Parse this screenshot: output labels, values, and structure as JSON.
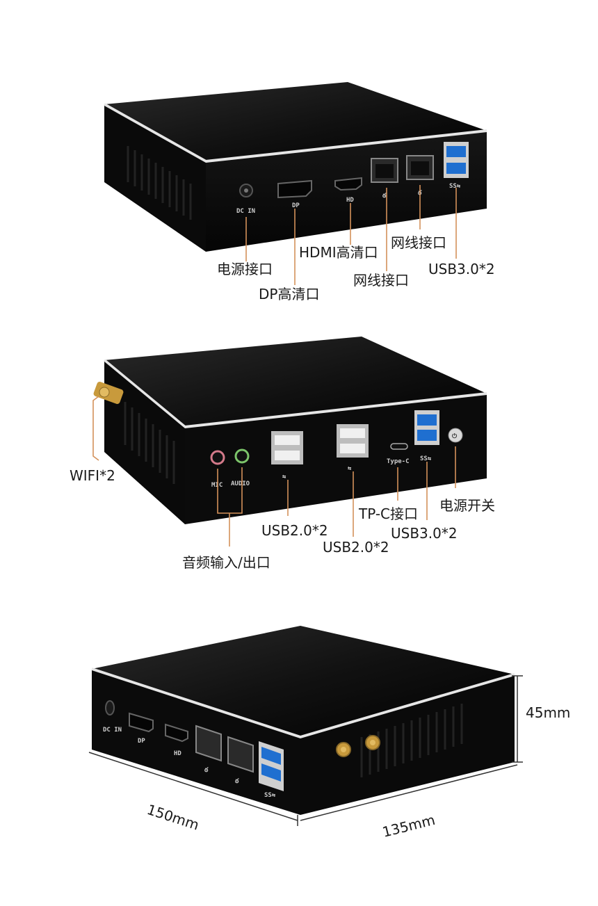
{
  "view1": {
    "port_marks": {
      "dc_in": "DC IN",
      "dp": "DP",
      "hd": "HD"
    },
    "labels": {
      "power_port": "电源接口",
      "dp_port": "DP高清口",
      "hdmi_port": "HDMI高清口",
      "lan_port_1": "网线接口",
      "lan_port_2": "网线接口",
      "usb3": "USB3.0*2"
    }
  },
  "view2": {
    "port_marks": {
      "mic": "MIC",
      "audio": "AUDIO",
      "typec": "Type-C"
    },
    "labels": {
      "wifi": "WIFI*2",
      "audio": "音频输入/出口",
      "usb2_a": "USB2.0*2",
      "usb2_b": "USB2.0*2",
      "typec": "TP-C接口",
      "usb3": "USB3.0*2",
      "power_switch": "电源开关"
    }
  },
  "view3": {
    "port_marks": {
      "dc_in": "DC IN",
      "dp": "DP",
      "hd": "HD"
    },
    "dimensions": {
      "height": "45mm",
      "length": "150mm",
      "width": "135mm"
    }
  },
  "colors": {
    "body": "#0b0b0b",
    "top": "#1c1c1c",
    "edge": "#e6e6e6",
    "leader": "#d4915a",
    "gold": "#c89a3c",
    "usb3_blue": "#1f6fd0"
  }
}
